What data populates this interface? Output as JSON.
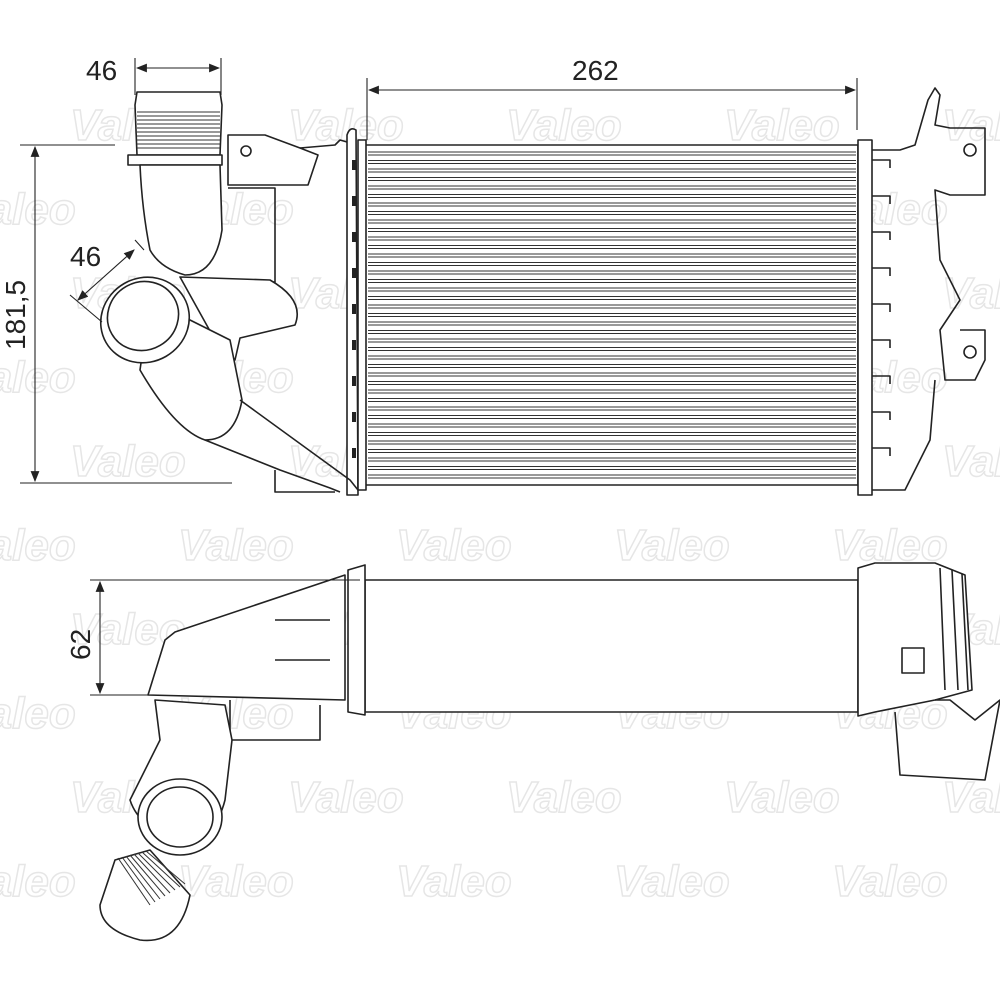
{
  "watermark": "Valeo",
  "dimensions": {
    "inlet_top_width": "46",
    "inlet_side_diameter": "46",
    "core_width": "262",
    "overall_height": "181,5",
    "depth": "62"
  },
  "colors": {
    "line": "#222222",
    "watermark": "#e6e6e6"
  }
}
